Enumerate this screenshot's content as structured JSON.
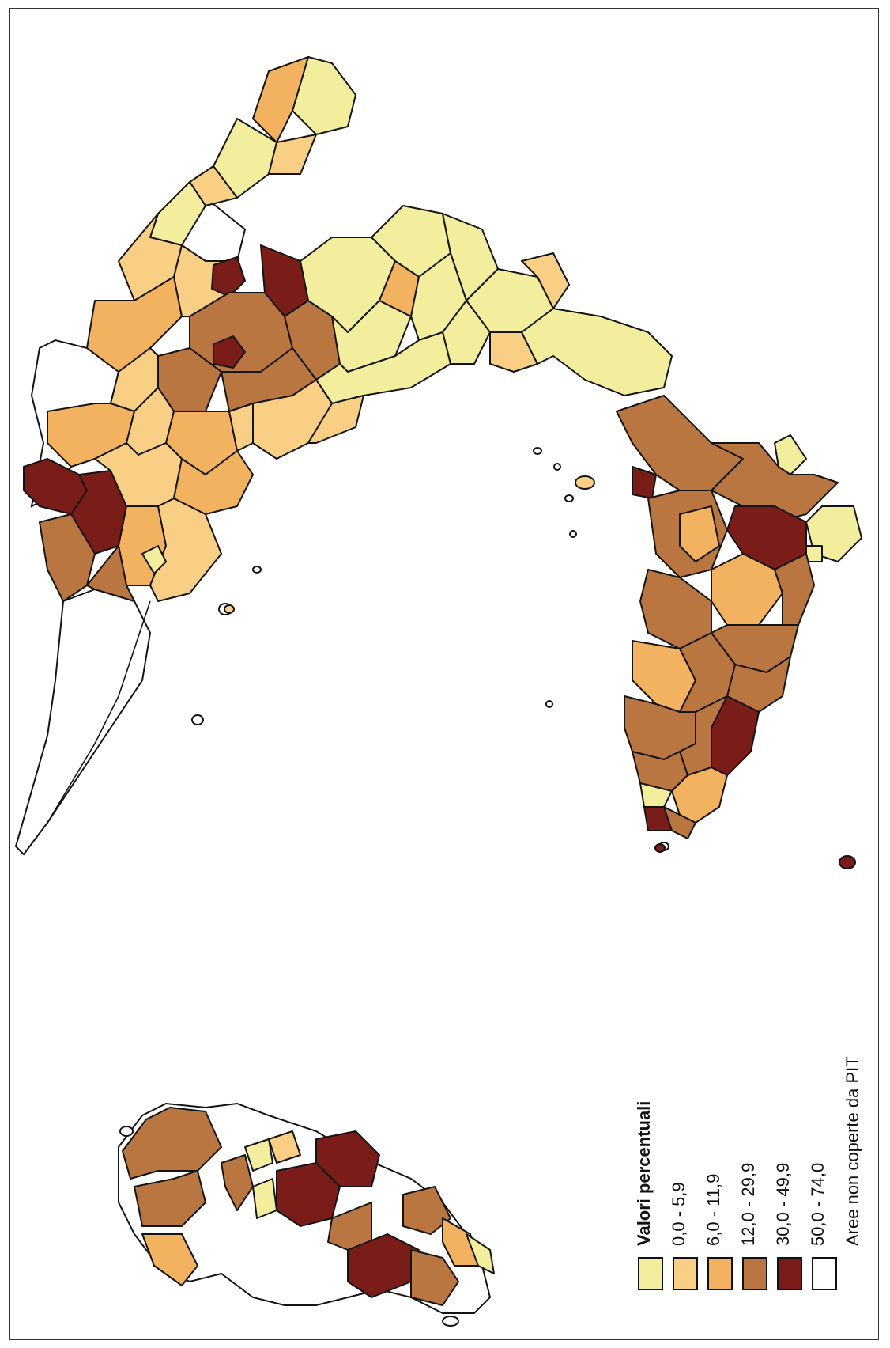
{
  "legend": {
    "title": "Valori percentuali",
    "classes": [
      {
        "label": "0,0 - 5,9",
        "color": "#f3ee9e"
      },
      {
        "label": "6,0 - 11,9",
        "color": "#f8cf85"
      },
      {
        "label": "12,0 - 29,9",
        "color": "#f2b260"
      },
      {
        "label": "30,0 - 49,9",
        "color": "#ba7640"
      },
      {
        "label": "50,0 - 74,0",
        "color": "#7a1c18"
      },
      {
        "label": "Aree non coperte da PIT",
        "color": "#ffffff"
      }
    ]
  },
  "colors": {
    "outline": "#141414",
    "background": "#ffffff"
  }
}
